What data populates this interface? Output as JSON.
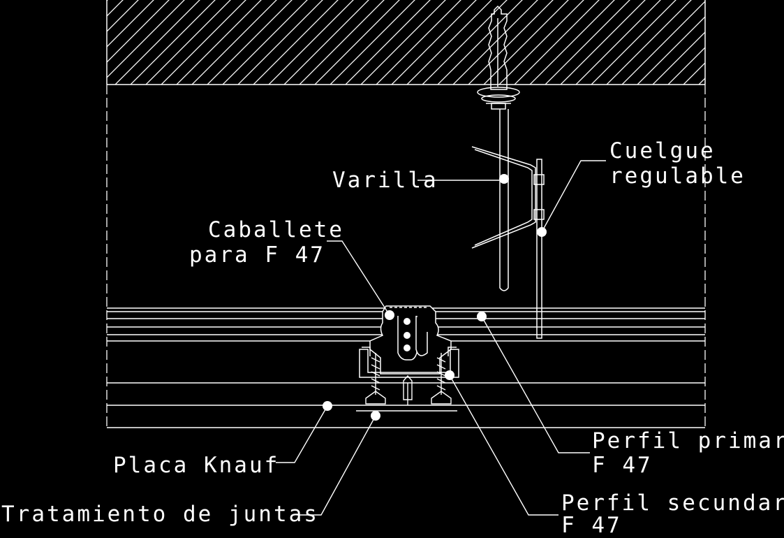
{
  "labels": {
    "varilla": "Varilla",
    "cuelgue_1": "Cuelgue",
    "cuelgue_2": "regulable",
    "caballete_1": "Caballete",
    "caballete_2": "para F 47",
    "primario_1": "Perfil primario",
    "primario_2": "F 47",
    "placa": "Placa Knauf",
    "juntas": "Tratamiento de juntas",
    "secundario_1": "Perfil secundario",
    "secundario_2": "F 47"
  },
  "colors": {
    "background": "#000000",
    "line": "#ffffff"
  }
}
